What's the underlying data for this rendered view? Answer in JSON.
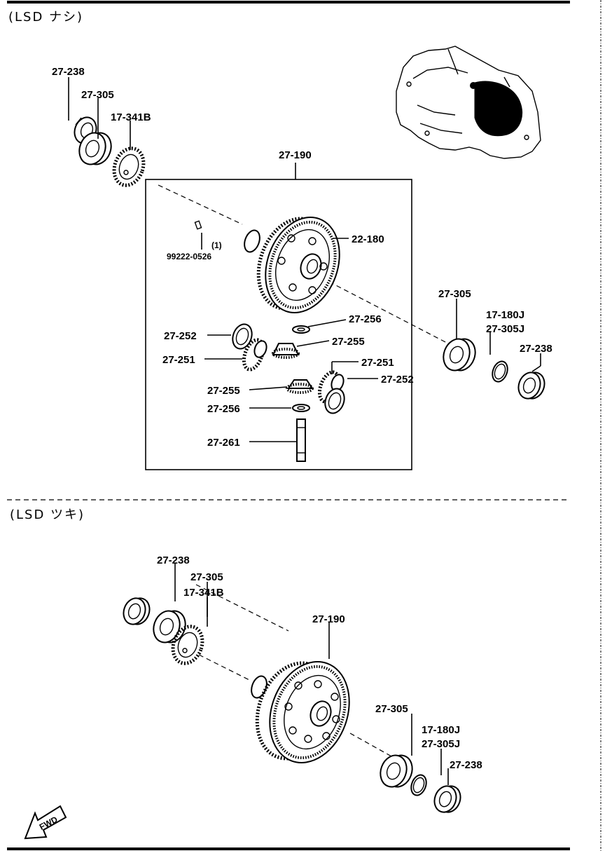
{
  "sections": {
    "top": "(LSD ナシ)",
    "bottom": "(LSD ツキ)"
  },
  "top_labels": {
    "p27_238_a": "27-238",
    "p27_305_a": "27-305",
    "p17_341b": "17-341B",
    "p27_190": "27-190",
    "p22_180": "22-180",
    "p99222": "99222-0526",
    "qty": "(1)",
    "p27_256_a": "27-256",
    "p27_252_a": "27-252",
    "p27_255_a": "27-255",
    "p27_251_a": "27-251",
    "p27_251_b": "27-251",
    "p27_252_b": "27-252",
    "p27_255_b": "27-255",
    "p27_256_b": "27-256",
    "p27_261": "27-261",
    "p27_305_b": "27-305",
    "p17_180j": "17-180J",
    "p27_305j": "27-305J",
    "p27_238_b": "27-238"
  },
  "bottom_labels": {
    "p27_238_a": "27-238",
    "p27_305_a": "27-305",
    "p17_341b": "17-341B",
    "p27_190": "27-190",
    "p27_305_b": "27-305",
    "p17_180j": "17-180J",
    "p27_305j": "27-305J",
    "p27_238_b": "27-238"
  },
  "fwd_label": "FWD"
}
